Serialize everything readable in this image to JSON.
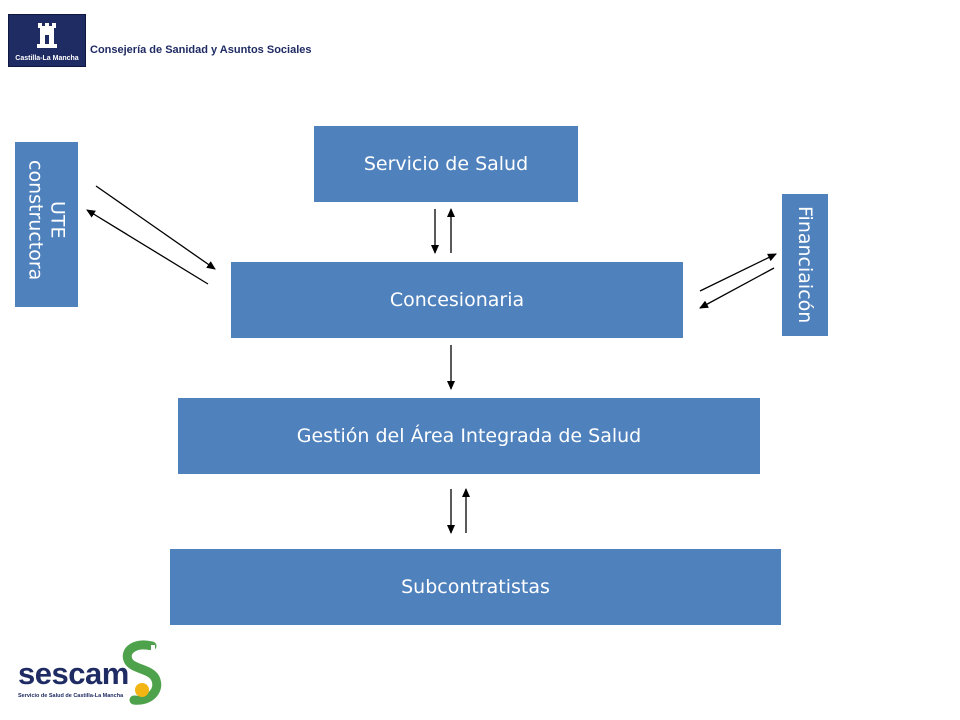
{
  "header": {
    "logo_text": "Castilla-La Mancha",
    "department": "Consejería de Sanidad y Asuntos Sociales"
  },
  "diagram": {
    "nodes": {
      "servicio_salud": "Servicio de Salud",
      "concesionaria": "Concesionaria",
      "gestion_area": "Gestión del Área Integrada de Salud",
      "subcontratistas": "Subcontratistas",
      "ute_line1": "UTE",
      "ute_line2": "constructora",
      "financiacion": "Financiaicón"
    }
  },
  "footer": {
    "brand": "sescam",
    "subtitle": "Servicio de Salud de Castilla-La Mancha"
  },
  "colors": {
    "box_fill": "#4f81bd",
    "box_text": "#ffffff",
    "brand_navy": "#1f2b63",
    "brand_green": "#4ea24b",
    "brand_yellow": "#f2b514"
  }
}
